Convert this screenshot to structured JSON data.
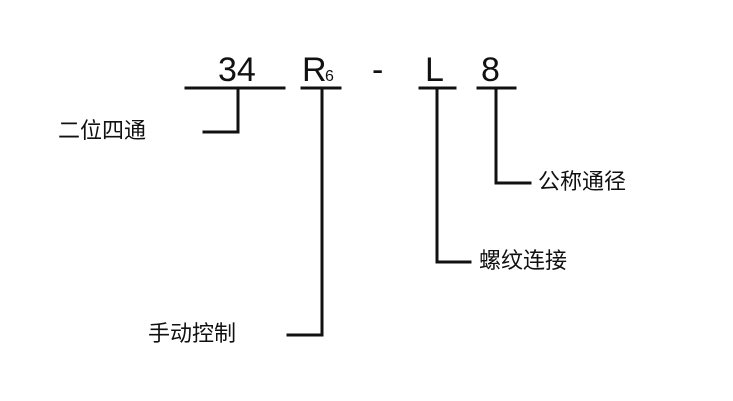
{
  "code": {
    "series": "34",
    "operation_letter": "R",
    "operation_subscript": "6",
    "dash": "-",
    "connection_letter": "L",
    "nominal_size": "8"
  },
  "labels": {
    "series": "二位四通",
    "operation": "手动控制",
    "connection": "螺纹连接",
    "nominal_size": "公称通径"
  }
}
